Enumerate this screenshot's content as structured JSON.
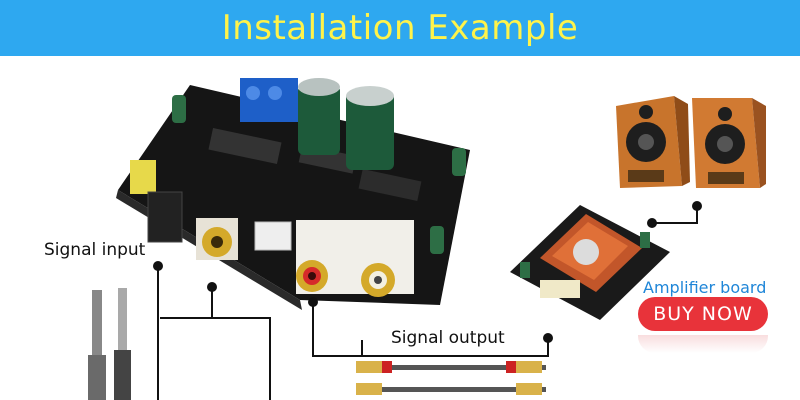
{
  "banner": {
    "title": "Installation Example"
  },
  "labels": {
    "signal_input": "Signal input",
    "signal_output": "Signal output",
    "amplifier_board": "Amplifier board"
  },
  "buy_button": {
    "label": "BUY NOW"
  },
  "colors": {
    "banner": "#2ea8f0",
    "title": "#fff34a",
    "button": "#e8333a",
    "amp_label": "#1f86d8"
  }
}
